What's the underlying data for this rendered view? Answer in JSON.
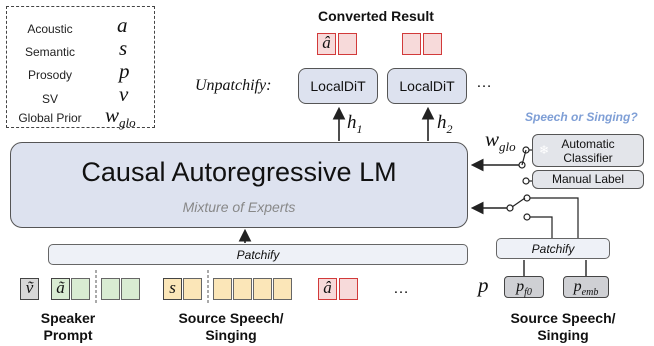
{
  "legend": {
    "items": [
      {
        "name": "Acoustic",
        "symbol": "a"
      },
      {
        "name": "Semantic",
        "symbol": "s"
      },
      {
        "name": "Prosody",
        "symbol": "p"
      },
      {
        "name": "SV",
        "symbol": "v"
      },
      {
        "name": "Global Prior",
        "symbol": "w",
        "symbol_sub": "glo"
      }
    ]
  },
  "converted_result_title": "Converted Result",
  "unpatchify_label": "Unpatchify:",
  "localdit_label": "LocalDiT",
  "ellipsis": "…",
  "hidden_states": [
    {
      "sym": "h",
      "sub": "1"
    },
    {
      "sym": "h",
      "sub": "2"
    }
  ],
  "main_model": {
    "title": "Causal Autoregressive LM",
    "subtitle": "Mixture of Experts"
  },
  "patchify_label": "Patchify",
  "global_prior": {
    "sym": "w",
    "sub": "glo"
  },
  "classifier": {
    "question": "Speech or Singing?",
    "automatic": "Automatic Classifier",
    "manual": "Manual Label"
  },
  "tokens": {
    "v_tilde": "ṽ",
    "a_tilde": "ã",
    "s": "s",
    "a_hat": "â"
  },
  "prosody": {
    "p": "p",
    "pf0_sym": "p",
    "pf0_sub": "f0",
    "pemb_sym": "p",
    "pemb_sub": "emb"
  },
  "labels": {
    "speaker_prompt": "Speaker Prompt",
    "source_speech_singing_1": "Source Speech/ Singing",
    "source_speech_singing_2": "Source Speech/ Singing"
  },
  "colors": {
    "model_fill": "#dde2ef",
    "acoustic_green": "#d9ecd2",
    "semantic_yellow": "#fbe6b8",
    "output_red": "#d23a3a",
    "question_blue": "#7f9fd6"
  }
}
